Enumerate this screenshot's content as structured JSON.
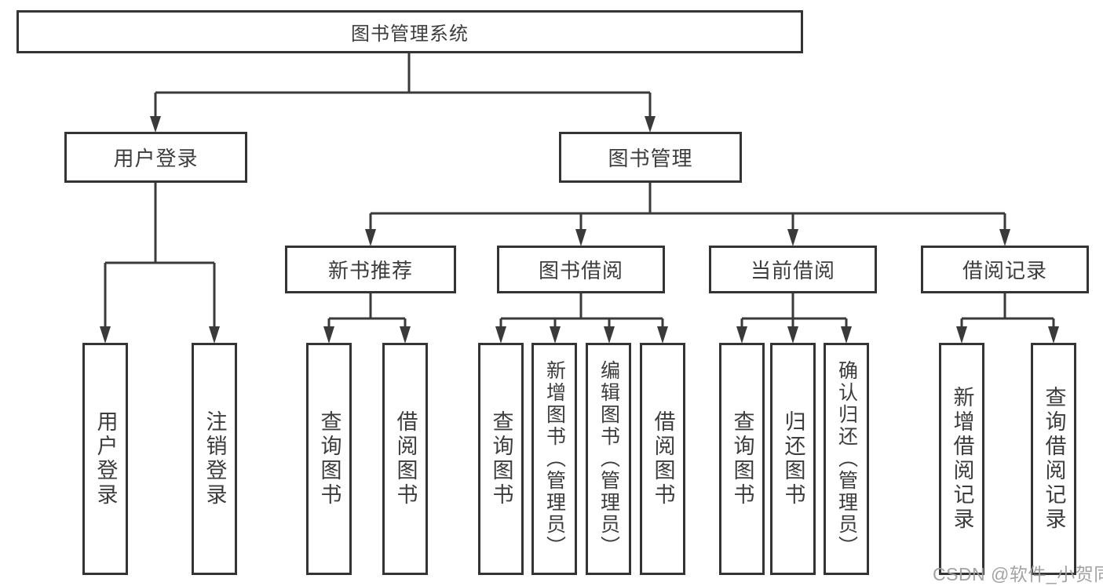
{
  "tree": {
    "root": {
      "label": "图书管理系统"
    },
    "user_login": {
      "label": "用户登录",
      "children": [
        {
          "label": "用户登录"
        },
        {
          "label": "注销登录"
        }
      ]
    },
    "book_mgmt": {
      "label": "图书管理",
      "sections": [
        {
          "label": "新书推荐",
          "children": [
            {
              "label": "查询图书"
            },
            {
              "label": "借阅图书"
            }
          ]
        },
        {
          "label": "图书借阅",
          "children": [
            {
              "label": "查询图书"
            },
            {
              "label": "新增图书（管理员）"
            },
            {
              "label": "编辑图书（管理员）"
            },
            {
              "label": "借阅图书"
            }
          ]
        },
        {
          "label": "当前借阅",
          "children": [
            {
              "label": "查询图书"
            },
            {
              "label": "归还图书"
            },
            {
              "label": "确认归还（管理员）"
            }
          ]
        },
        {
          "label": "借阅记录",
          "children": [
            {
              "label": "新增借阅记录"
            },
            {
              "label": "查询借阅记录"
            }
          ]
        }
      ]
    }
  },
  "watermark": "CSDN @软件_小贺同学",
  "colors": {
    "line": "#3a3a3a",
    "box_border": "#343434",
    "text": "#3d3d3d",
    "background": "#ffffff",
    "watermark": "#9e9e9e"
  }
}
